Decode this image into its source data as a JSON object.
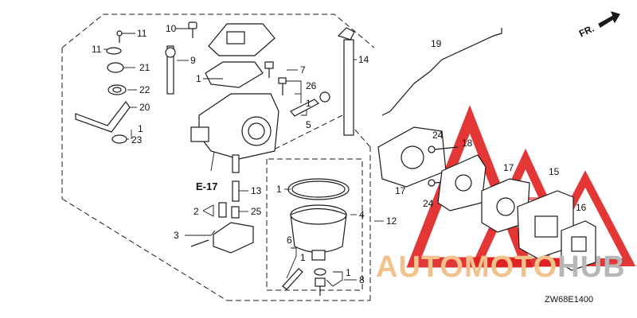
{
  "diagram": {
    "part_callouts": [
      {
        "id": "c10",
        "text": "10"
      },
      {
        "id": "c11a",
        "text": "11"
      },
      {
        "id": "c11b",
        "text": "11"
      },
      {
        "id": "c9",
        "text": "9"
      },
      {
        "id": "c21",
        "text": "21"
      },
      {
        "id": "c1a",
        "text": "1"
      },
      {
        "id": "c22",
        "text": "22"
      },
      {
        "id": "c20",
        "text": "20"
      },
      {
        "id": "c1b",
        "text": "1"
      },
      {
        "id": "c23",
        "text": "23"
      },
      {
        "id": "c7",
        "text": "7"
      },
      {
        "id": "c26",
        "text": "26"
      },
      {
        "id": "c1c",
        "text": "1"
      },
      {
        "id": "c5",
        "text": "5"
      },
      {
        "id": "c14",
        "text": "14"
      },
      {
        "id": "c19",
        "text": "19"
      },
      {
        "id": "ce17",
        "text": "E-17"
      },
      {
        "id": "c13",
        "text": "13"
      },
      {
        "id": "c2",
        "text": "2"
      },
      {
        "id": "c25",
        "text": "25"
      },
      {
        "id": "c3",
        "text": "3"
      },
      {
        "id": "c1d",
        "text": "1"
      },
      {
        "id": "c4",
        "text": "4"
      },
      {
        "id": "c12",
        "text": "12"
      },
      {
        "id": "c6",
        "text": "6"
      },
      {
        "id": "c1e",
        "text": "1"
      },
      {
        "id": "c1f",
        "text": "1"
      },
      {
        "id": "c8",
        "text": "8"
      },
      {
        "id": "c17a",
        "text": "17"
      },
      {
        "id": "c24a",
        "text": "24"
      },
      {
        "id": "c18",
        "text": "18"
      },
      {
        "id": "c24b",
        "text": "24"
      },
      {
        "id": "c17b",
        "text": "17"
      },
      {
        "id": "c15",
        "text": "15"
      },
      {
        "id": "c16",
        "text": "16"
      }
    ],
    "direction_label": "FR.",
    "watermark": {
      "part1": "AUTOMOTO",
      "part2": "HUB"
    },
    "diagram_code": "ZW68E1400",
    "colors": {
      "line": "#1a1a1a",
      "watermark_red": "#e02020",
      "watermark_orange": "#f1c28b",
      "watermark_gray": "#b7b7b7"
    }
  }
}
